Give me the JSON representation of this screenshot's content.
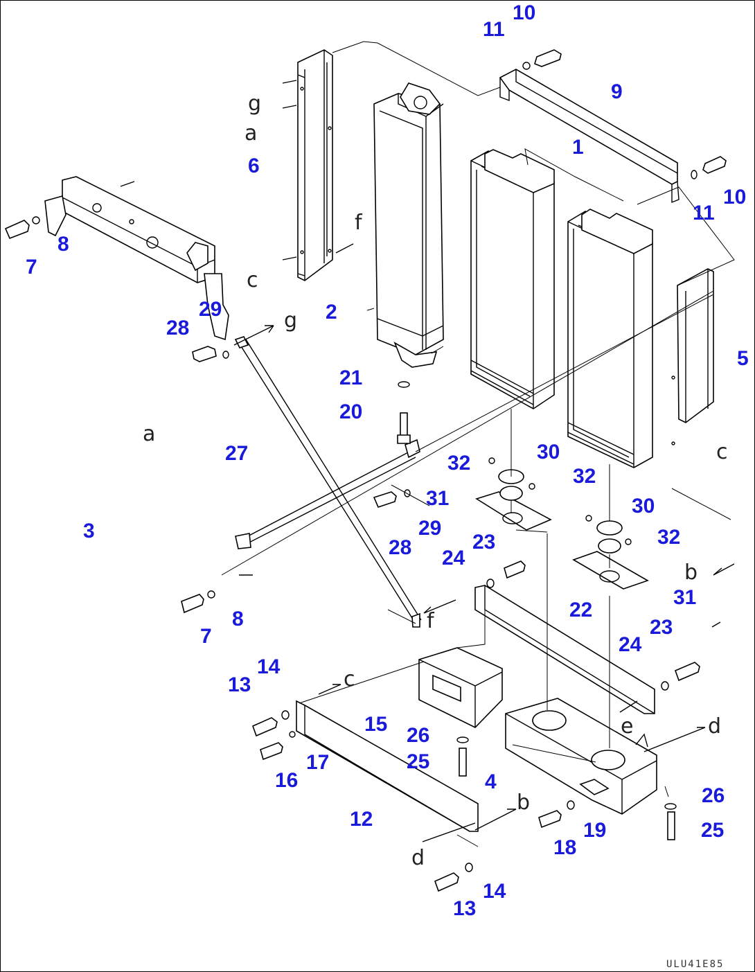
{
  "drawing_code": "ULU41E85",
  "callouts": [
    {
      "id": "c10a",
      "text": "10"
    },
    {
      "id": "c11a",
      "text": "11"
    },
    {
      "id": "c9",
      "text": "9"
    },
    {
      "id": "c1",
      "text": "1"
    },
    {
      "id": "c11b",
      "text": "11"
    },
    {
      "id": "c10b",
      "text": "10"
    },
    {
      "id": "c6",
      "text": "6"
    },
    {
      "id": "c2",
      "text": "2"
    },
    {
      "id": "c5",
      "text": "5"
    },
    {
      "id": "c28a",
      "text": "28"
    },
    {
      "id": "c29a",
      "text": "29"
    },
    {
      "id": "c21",
      "text": "21"
    },
    {
      "id": "c20",
      "text": "20"
    },
    {
      "id": "c27",
      "text": "27"
    },
    {
      "id": "c32a",
      "text": "32"
    },
    {
      "id": "c30a",
      "text": "30"
    },
    {
      "id": "c32b",
      "text": "32"
    },
    {
      "id": "c30b",
      "text": "30"
    },
    {
      "id": "c32c",
      "text": "32"
    },
    {
      "id": "c8a",
      "text": "8"
    },
    {
      "id": "c7a",
      "text": "7"
    },
    {
      "id": "c3",
      "text": "3"
    },
    {
      "id": "c31a",
      "text": "31"
    },
    {
      "id": "c28b",
      "text": "28"
    },
    {
      "id": "c29b",
      "text": "29"
    },
    {
      "id": "c24a",
      "text": "24"
    },
    {
      "id": "c23a",
      "text": "23"
    },
    {
      "id": "c31b",
      "text": "31"
    },
    {
      "id": "c7b",
      "text": "7"
    },
    {
      "id": "c8b",
      "text": "8"
    },
    {
      "id": "c22",
      "text": "22"
    },
    {
      "id": "c23b",
      "text": "23"
    },
    {
      "id": "c24b",
      "text": "24"
    },
    {
      "id": "c14a",
      "text": "14"
    },
    {
      "id": "c13a",
      "text": "13"
    },
    {
      "id": "c15",
      "text": "15"
    },
    {
      "id": "c26a",
      "text": "26"
    },
    {
      "id": "c17",
      "text": "17"
    },
    {
      "id": "c16",
      "text": "16"
    },
    {
      "id": "c25a",
      "text": "25"
    },
    {
      "id": "c4",
      "text": "4"
    },
    {
      "id": "c26b",
      "text": "26"
    },
    {
      "id": "c12",
      "text": "12"
    },
    {
      "id": "c19",
      "text": "19"
    },
    {
      "id": "c18",
      "text": "18"
    },
    {
      "id": "c25b",
      "text": "25"
    },
    {
      "id": "c13b",
      "text": "13"
    },
    {
      "id": "c14b",
      "text": "14"
    }
  ],
  "reference_letters": [
    {
      "id": "g1",
      "text": "g"
    },
    {
      "id": "a1",
      "text": "a"
    },
    {
      "id": "c1",
      "text": "c"
    },
    {
      "id": "f1",
      "text": "f"
    },
    {
      "id": "g2",
      "text": "g"
    },
    {
      "id": "a2",
      "text": "a"
    },
    {
      "id": "c2",
      "text": "c"
    },
    {
      "id": "b1",
      "text": "b"
    },
    {
      "id": "f2",
      "text": "f"
    },
    {
      "id": "c3",
      "text": "c"
    },
    {
      "id": "e1",
      "text": "e"
    },
    {
      "id": "d1",
      "text": "d"
    },
    {
      "id": "b2",
      "text": "b"
    },
    {
      "id": "d2",
      "text": "d"
    }
  ]
}
